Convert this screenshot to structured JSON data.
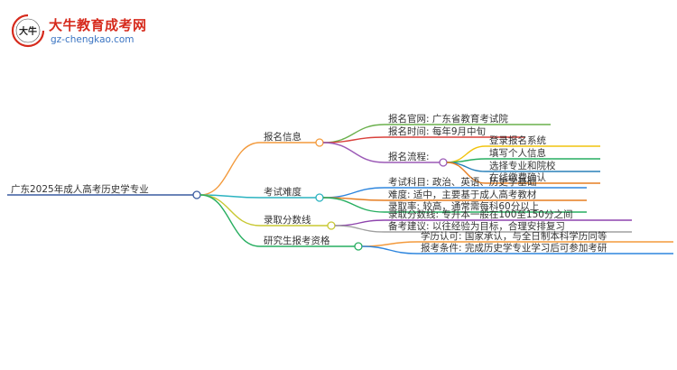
{
  "logo": {
    "badge_text": "大牛",
    "title": "大牛教育成考网",
    "url": "gz-chengkao.com"
  },
  "mindmap": {
    "root": "广东2025年成人高考历史学专业",
    "branches": [
      {
        "label": "报名信息",
        "color": "#f39a3c",
        "children": [
          {
            "label": "报名官网: 广东省教育考试院",
            "color": "#6ab04c",
            "children": []
          },
          {
            "label": "报名时间: 每年9月中旬",
            "color": "#d9413b",
            "children": []
          },
          {
            "label": "报名流程:",
            "color": "#9b59b6",
            "children": [
              {
                "label": "登录报名系统",
                "color": "#f1c40f"
              },
              {
                "label": "填写个人信息",
                "color": "#27ae60"
              },
              {
                "label": "选择专业和院校",
                "color": "#2980b9"
              },
              {
                "label": "在线缴费确认",
                "color": "#e67e22"
              }
            ]
          }
        ]
      },
      {
        "label": "考试难度",
        "color": "#2bb3c0",
        "children": [
          {
            "label": "考试科目: 政治、英语、历史学基础",
            "color": "#2e86de",
            "children": []
          },
          {
            "label": "难度: 适中，主要基于成人高考教材",
            "color": "#e67e22",
            "children": []
          },
          {
            "label": "录取率: 较高，通常需每科60分以上",
            "color": "#27ae60",
            "children": []
          }
        ]
      },
      {
        "label": "录取分数线",
        "color": "#c8c832",
        "children": [
          {
            "label": "录取分数线: 专升本一般在100至150分之间",
            "color": "#8e44ad",
            "children": []
          },
          {
            "label": "备考建议: 以往经验为目标，合理安排复习",
            "color": "#a0a0a0",
            "children": []
          }
        ]
      },
      {
        "label": "研究生报考资格",
        "color": "#27ae60",
        "children": [
          {
            "label": "学历认可: 国家承认，与全日制本科学历同等",
            "color": "#f39a3c",
            "children": []
          },
          {
            "label": "报考条件: 完成历史学专业学习后可参加考研",
            "color": "#2e86de",
            "children": []
          }
        ]
      }
    ]
  }
}
